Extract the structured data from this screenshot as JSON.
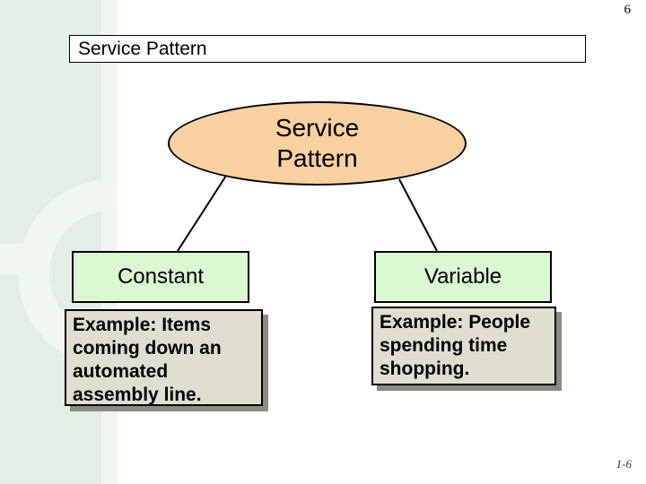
{
  "page": {
    "slide_number": "6",
    "footer_number": "1-6"
  },
  "title_bar": {
    "text": "Service Pattern"
  },
  "diagram": {
    "root": {
      "label": "Service\nPattern"
    },
    "branches": [
      {
        "label": "Constant",
        "example": "Example: Items\ncoming down an\nautomated\nassembly line."
      },
      {
        "label": "Variable",
        "example": "Example: People\nspending time\nshopping."
      }
    ]
  },
  "colors": {
    "root_ellipse_fill": "#fbd0a1",
    "branch_box_fill": "#d9f8d1",
    "example_box_fill": "#dfded0",
    "example_box_shadow": "#8b8b82",
    "sidebar_band": "#e3eee5",
    "sidebar_strip": "#eff6ef",
    "sidebar_ghost": "#f1f8f1",
    "footer_text": "#33335a"
  }
}
